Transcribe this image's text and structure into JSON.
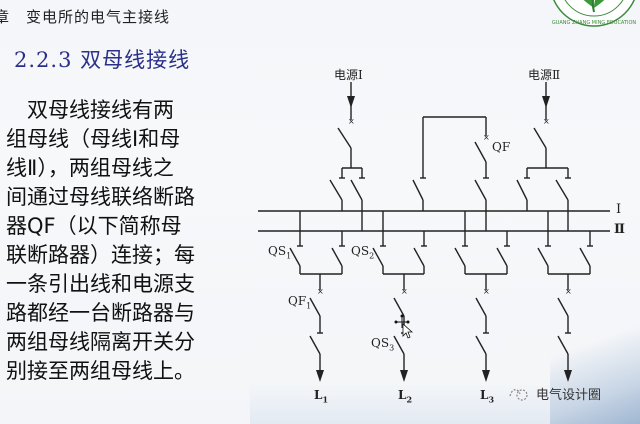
{
  "header": {
    "chapter_prefix": "章",
    "chapter_title": "变电所的电气主接线"
  },
  "section": {
    "number": "2.2.3",
    "title": "双母线接线"
  },
  "body_lines": [
    "　双母线接线有两",
    "组母线（母线Ⅰ和母",
    "线Ⅱ），两组母线之",
    "间通过母线联络断路",
    " 器QF（以下简称母",
    "联断路器）连接；每",
    "一条引出线和电源支",
    "路都经一台断路器与",
    "两组母线隔离开关分",
    "别接至两组母线上。"
  ],
  "diagram": {
    "sources": [
      {
        "label": "电源Ⅰ"
      },
      {
        "label": "电源Ⅱ"
      }
    ],
    "buses": [
      {
        "label": "Ⅰ"
      },
      {
        "label": "Ⅱ"
      }
    ],
    "coupler_label": "QF",
    "component_labels": {
      "qs1": "QS",
      "qs1_sub": "1",
      "qs2": "QS",
      "qs2_sub": "2",
      "qf1": "QF",
      "qf1_sub": "1",
      "qs3": "QS",
      "qs3_sub": "3"
    },
    "feeders": [
      {
        "label": "L",
        "sub": "1"
      },
      {
        "label": "L",
        "sub": "2"
      },
      {
        "label": "L",
        "sub": "3"
      }
    ],
    "colors": {
      "line": "#222222",
      "title": "#2b2f8a"
    }
  },
  "watermark": {
    "text": "电气设计圈"
  }
}
